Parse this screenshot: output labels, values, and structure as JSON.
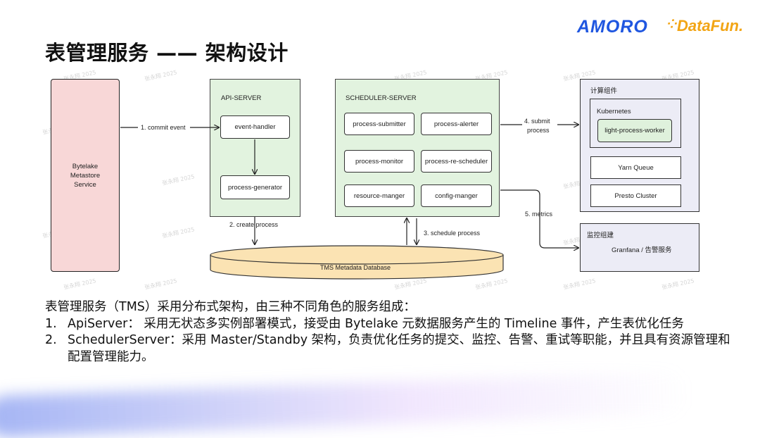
{
  "slide": {
    "title": "表管理服务 —— 架构设计"
  },
  "logos": {
    "amoro": "AMORO",
    "datafun": "DataFun.",
    "datafun_dots": "⁘"
  },
  "watermark": "张永翔 2025",
  "diagram": {
    "metastore": "Bytelake\nMetastore\nService",
    "api_server": {
      "label": "API-SERVER",
      "event_handler": "event-handler",
      "process_generator": "process-generator"
    },
    "scheduler_server": {
      "label": "SCHEDULER-SERVER",
      "process_submitter": "process-submitter",
      "process_alerter": "process-alerter",
      "process_monitor": "process-monitor",
      "process_rescheduler": "process-re-scheduler",
      "resource_manager": "resource-manger",
      "config_manager": "config-manger"
    },
    "compute": {
      "label": "计算组件",
      "kubernetes": "Kubernetes",
      "light_process_worker": "light-process-worker",
      "yarn_queue": "Yarn Queue",
      "presto_cluster": "Presto Cluster"
    },
    "monitor": {
      "label": "监控组建",
      "granfana": "Granfana / 告警服务"
    },
    "database": "TMS Metadata Database",
    "edges": {
      "commit_event": "1. commit event",
      "create_process": "2. create process",
      "schedule_process": "3. schedule process",
      "submit_process_line1": "4. submit",
      "submit_process_line2": "process",
      "metrics": "5. metrics"
    },
    "colors": {
      "metastore_fill": "#f8d7d7",
      "metastore_border": "#222222",
      "server_fill": "#e2f3df",
      "server_border": "#444444",
      "compute_fill": "#ececf6",
      "database_fill": "#fbe3b3",
      "worker_fill": "#dff1dc"
    }
  },
  "body_text": {
    "intro": "表管理服务（TMS）采用分布式架构，由三种不同角色的服务组成：",
    "items": [
      {
        "num": "1.",
        "text": "ApiServer： 采用无状态多实例部署模式，接受由 Bytelake 元数据服务产生的 Timeline 事件，产生表优化任务"
      },
      {
        "num": "2.",
        "text": "SchedulerServer：采用 Master/Standby 架构，负责优化任务的提交、监控、告警、重试等职能，并且具有资源管理和配置管理能力。"
      }
    ]
  }
}
